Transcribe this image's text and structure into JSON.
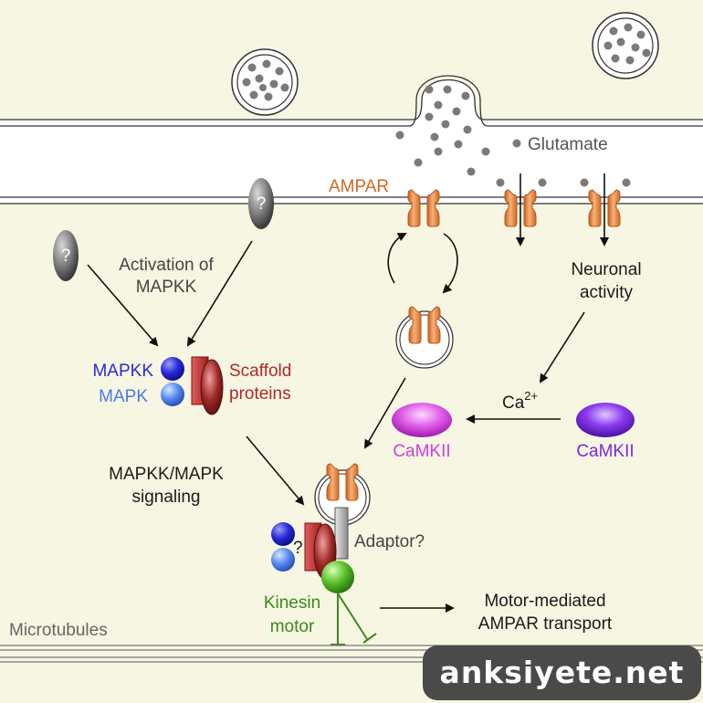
{
  "labels": {
    "glutamate": "Glutamate",
    "ampar": "AMPAR",
    "activation": [
      "Activation of",
      "MAPKK"
    ],
    "neuronal_activity": [
      "Neuronal",
      "activity"
    ],
    "mapkk": "MAPKK",
    "mapk": "MAPK",
    "scaffold": [
      "Scaffold",
      "proteins"
    ],
    "ca_base": "Ca",
    "ca_sup": "2+",
    "camkii_active": "CaMKII",
    "camkii_inactive": "CaMKII",
    "mapkk_mapk_signaling": [
      "MAPKK/MAPK",
      "signaling"
    ],
    "adaptor": "Adaptor?",
    "kinesin": [
      "Kinesin",
      "motor"
    ],
    "motor_transport": [
      "Motor-mediated",
      "AMPAR transport"
    ],
    "microtubules": "Microtubules",
    "unknown_mark": "?",
    "watermark": "anksiyete.net"
  },
  "colors": {
    "background": "#f7f6e3",
    "cleft": "#ffffff",
    "ampar": "#e8883a",
    "mapkk": "#2a2ad8",
    "mapk": "#4a78e8",
    "scaffold": "#b02828",
    "camkii_active": "#d040d8",
    "camkii_inactive": "#7a28e0",
    "kinesin": "#3a8a1a",
    "text_dark": "#1a1a1a",
    "text_grey": "#555555"
  }
}
